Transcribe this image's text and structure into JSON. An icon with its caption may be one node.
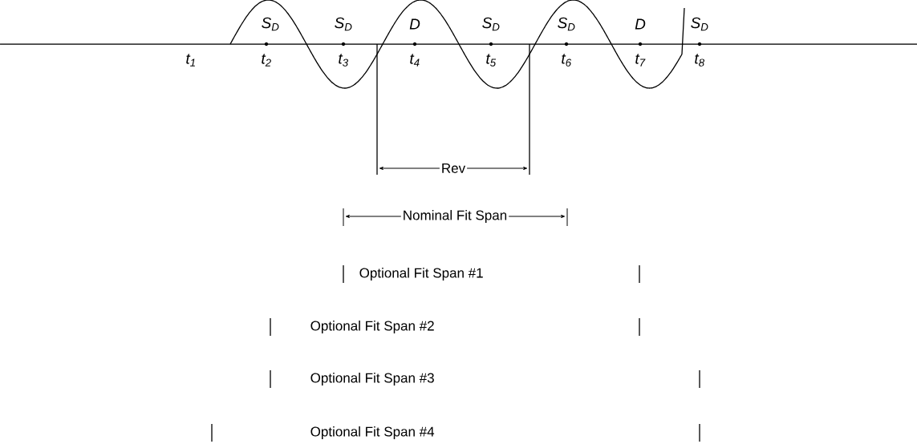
{
  "diagram": {
    "labels": [
      "S$_{D}$",
      "S$_{D}$",
      "D",
      "S$_{D}$",
      "S$_{D}$",
      "D",
      "S$_{D}$",
      "t$_{1}$",
      "t$_{2}$",
      "t$_{3}$",
      "t$_{4}$",
      "t$_{5}$",
      "t$_{6}$",
      "t$_{7}$",
      "t$_{8}$",
      "Rev",
      "Nominal Fit Span",
      "Optional Fit Span #1",
      "Optional Fit Span #2",
      "Optional Fit Span #3",
      "Optional Fit Span #4"
    ]
  }
}
